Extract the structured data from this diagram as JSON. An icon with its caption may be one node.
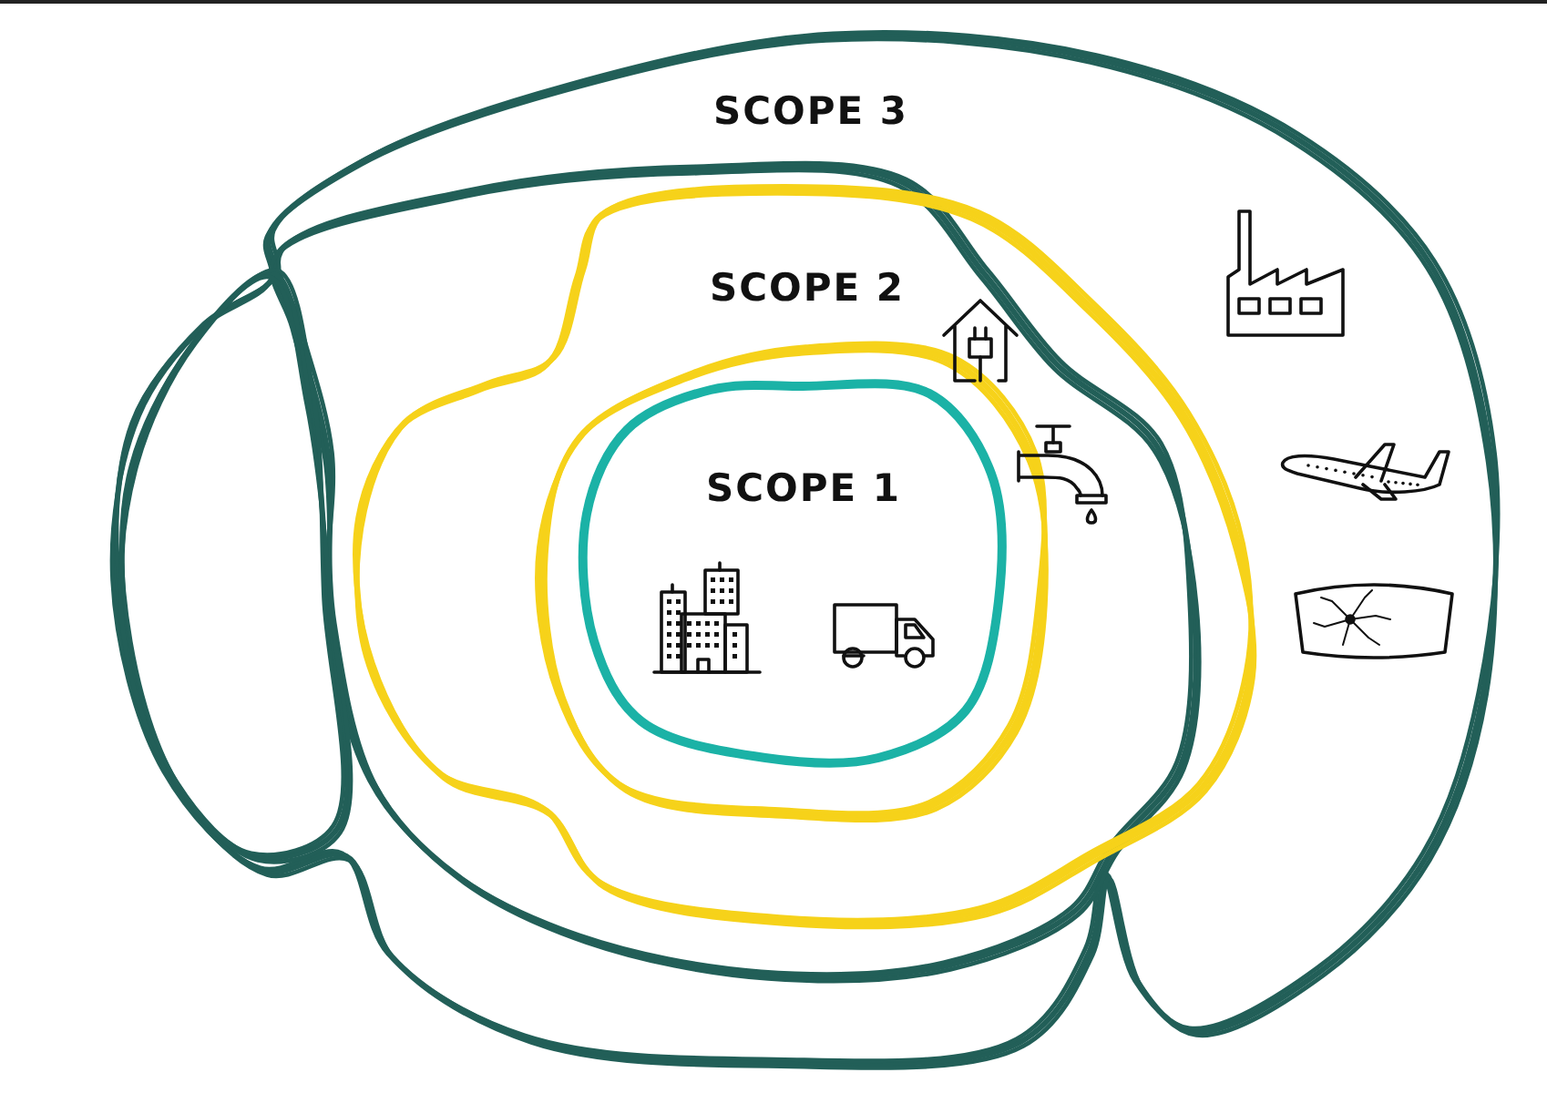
{
  "diagram": {
    "nodes": [
      {
        "text": [
          "SCOPE 3"
        ]
      },
      {
        "text": [
          "SCOPE 2"
        ],
        "in": 0
      },
      {
        "text": [
          "SCOPE 1"
        ],
        "in": 1
      }
    ]
  }
}
